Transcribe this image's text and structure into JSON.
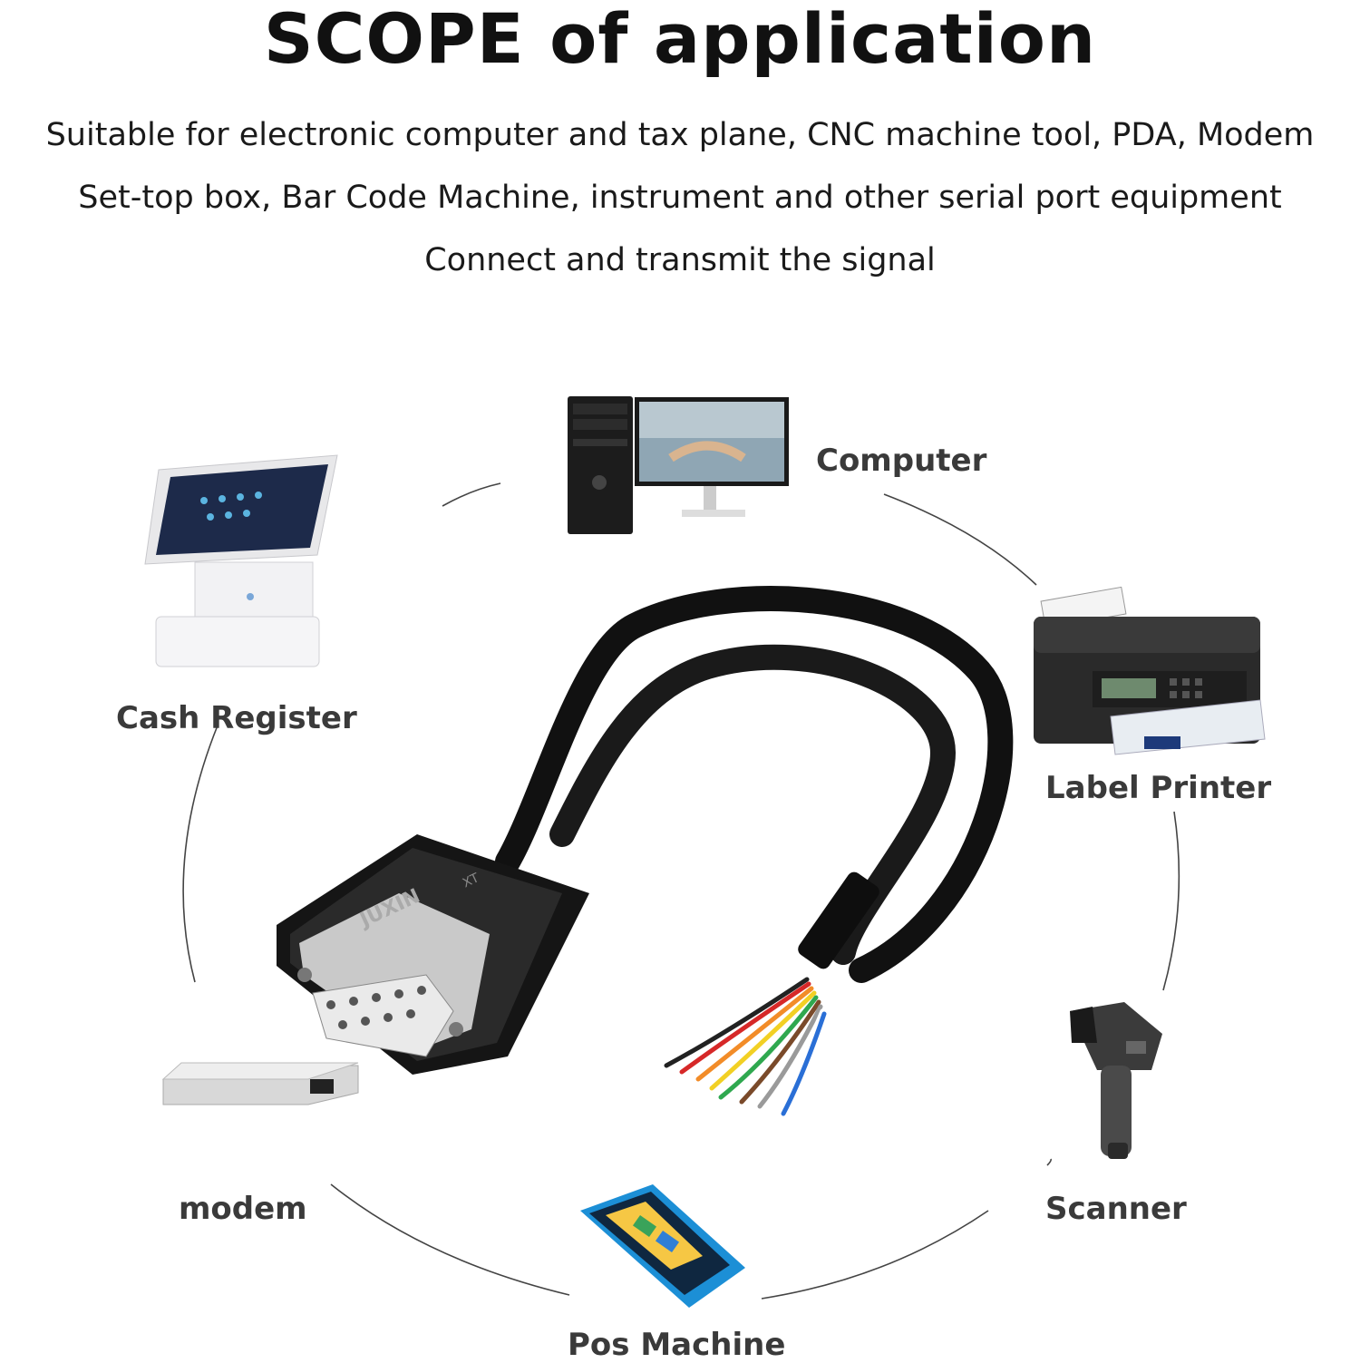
{
  "header": {
    "title": "SCOPE of application",
    "line1": "Suitable for electronic computer and tax plane, CNC machine tool, PDA, Modem",
    "line2": "Set-top box, Bar Code Machine, instrument and other serial port equipment",
    "line3": "Connect and transmit the signal"
  },
  "devices": {
    "computer": "Computer",
    "cash_register": "Cash Register",
    "label_printer": "Label Printer",
    "modem": "modem",
    "scanner": "Scanner",
    "pos_machine": "Pos Machine"
  },
  "connector": {
    "brand": "JUXIN",
    "logo": "XT"
  },
  "icons": [
    "computer-tower-icon",
    "monitor-icon",
    "cash-register-icon",
    "label-printer-icon",
    "modem-icon",
    "barcode-scanner-icon",
    "pos-machine-icon",
    "db9-cable-icon"
  ],
  "wire_colors": [
    "#222222",
    "#d62828",
    "#f28c28",
    "#f2d024",
    "#2fa84f",
    "#7a4a2a",
    "#9a9a9a",
    "#ffffff",
    "#2a6fd6"
  ]
}
